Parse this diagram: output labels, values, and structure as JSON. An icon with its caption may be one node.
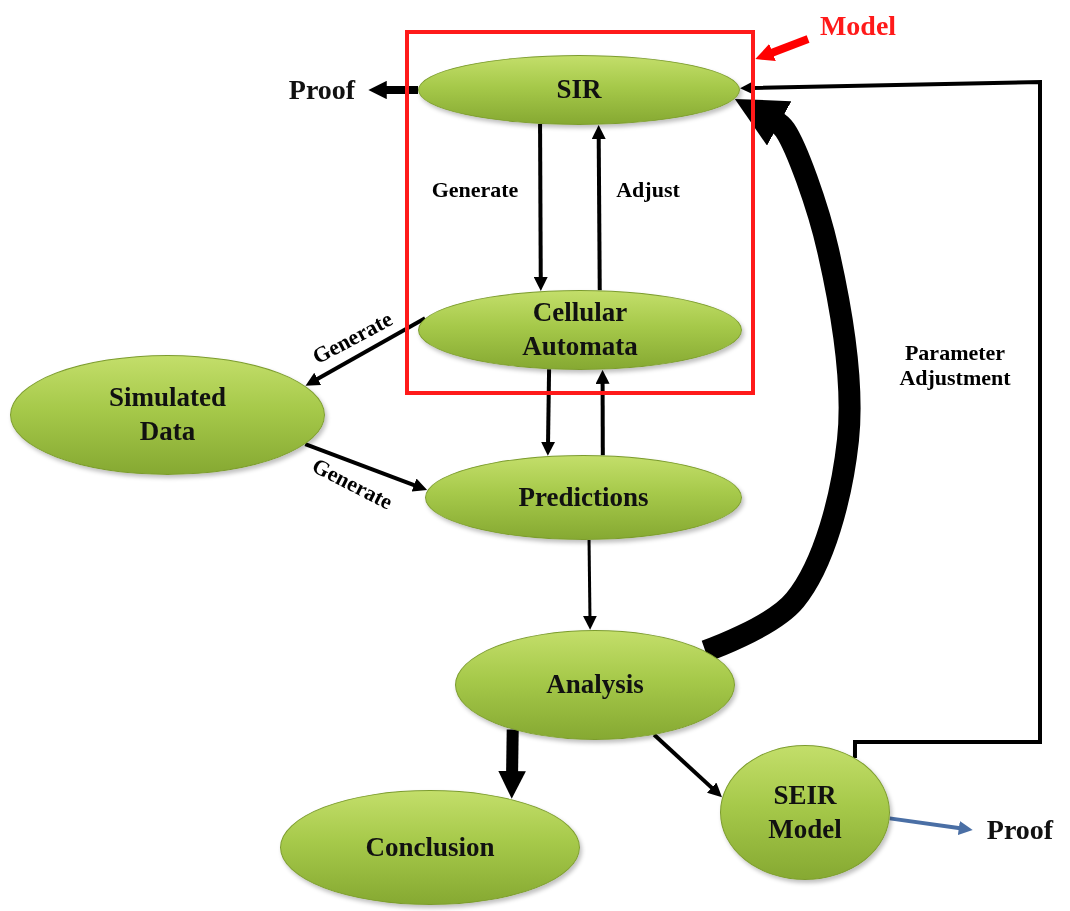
{
  "diagram": {
    "nodes": [
      {
        "text": [],
        "shape": "box"
      },
      {
        "text": [
          "SIR"
        ],
        "in": 0
      },
      {
        "text": [
          "Cellular Automata"
        ],
        "in": 0
      },
      {
        "text": [
          "Model"
        ]
      },
      {
        "text": [
          "Proof"
        ]
      },
      {
        "text": [
          "Simulated Data"
        ]
      },
      {
        "text": [
          "Predictions"
        ]
      },
      {
        "text": [
          "Analysis"
        ]
      },
      {
        "text": [
          "Conclusion"
        ]
      },
      {
        "text": [
          "SEIR Model"
        ]
      },
      {
        "text": [
          "Proof"
        ]
      }
    ],
    "edges": [
      {
        "from": 3,
        "to": 0,
        "arrow": "to",
        "style": "thick",
        "color": "#ff0000"
      },
      {
        "from": 1,
        "to": 4,
        "arrow": "to",
        "style": "thick"
      },
      {
        "from": 1,
        "to": 2,
        "arrow": "to",
        "label": "Generate"
      },
      {
        "from": 2,
        "to": 1,
        "arrow": "to",
        "label": "Adjust"
      },
      {
        "from": 2,
        "to": 5,
        "arrow": "to",
        "label": "Generate"
      },
      {
        "from": 5,
        "to": 6,
        "arrow": "to",
        "label": "Generate"
      },
      {
        "from": 2,
        "to": 6,
        "arrow": "to"
      },
      {
        "from": 6,
        "to": 2,
        "arrow": "to"
      },
      {
        "from": 6,
        "to": 7,
        "arrow": "to"
      },
      {
        "from": 7,
        "to": 1,
        "arrow": "to",
        "style": "thick"
      },
      {
        "from": 7,
        "to": 8,
        "arrow": "to",
        "style": "thick"
      },
      {
        "from": 7,
        "to": 9,
        "arrow": "to"
      },
      {
        "from": 9,
        "to": 1,
        "arrow": "to",
        "label": "Parameter Adjustment"
      },
      {
        "from": 9,
        "to": 10,
        "arrow": "to",
        "color": "#4a6fa5"
      }
    ]
  }
}
